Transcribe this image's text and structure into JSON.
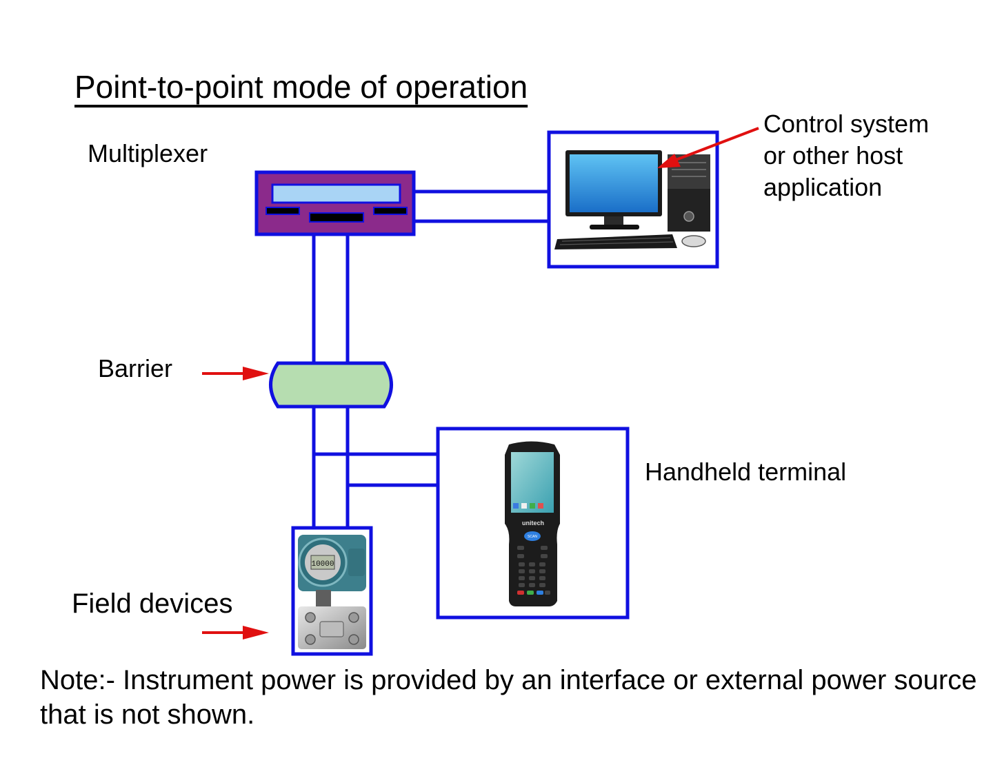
{
  "title": "Point-to-point mode of operation",
  "labels": {
    "multiplexer": "Multiplexer",
    "host_line1": "Control system",
    "host_line2": "or other host",
    "host_line3": "application",
    "barrier": "Barrier",
    "handheld": "Handheld terminal",
    "field_devices": "Field devices"
  },
  "note": "Note:- Instrument power is provided by an interface or external power source that is not shown.",
  "device_text": {
    "handheld_brand": "unitech",
    "handheld_scan": "SCAN",
    "transmitter_display": "10000"
  },
  "colors": {
    "wire": "#1010e0",
    "multiplexer_body": "#8b2a8b",
    "multiplexer_window": "#a9d4f5",
    "barrier_fill": "#b6ddb0",
    "arrow": "#e01010"
  },
  "icons": [
    "computer-icon",
    "handheld-terminal-icon",
    "pressure-transmitter-icon"
  ]
}
